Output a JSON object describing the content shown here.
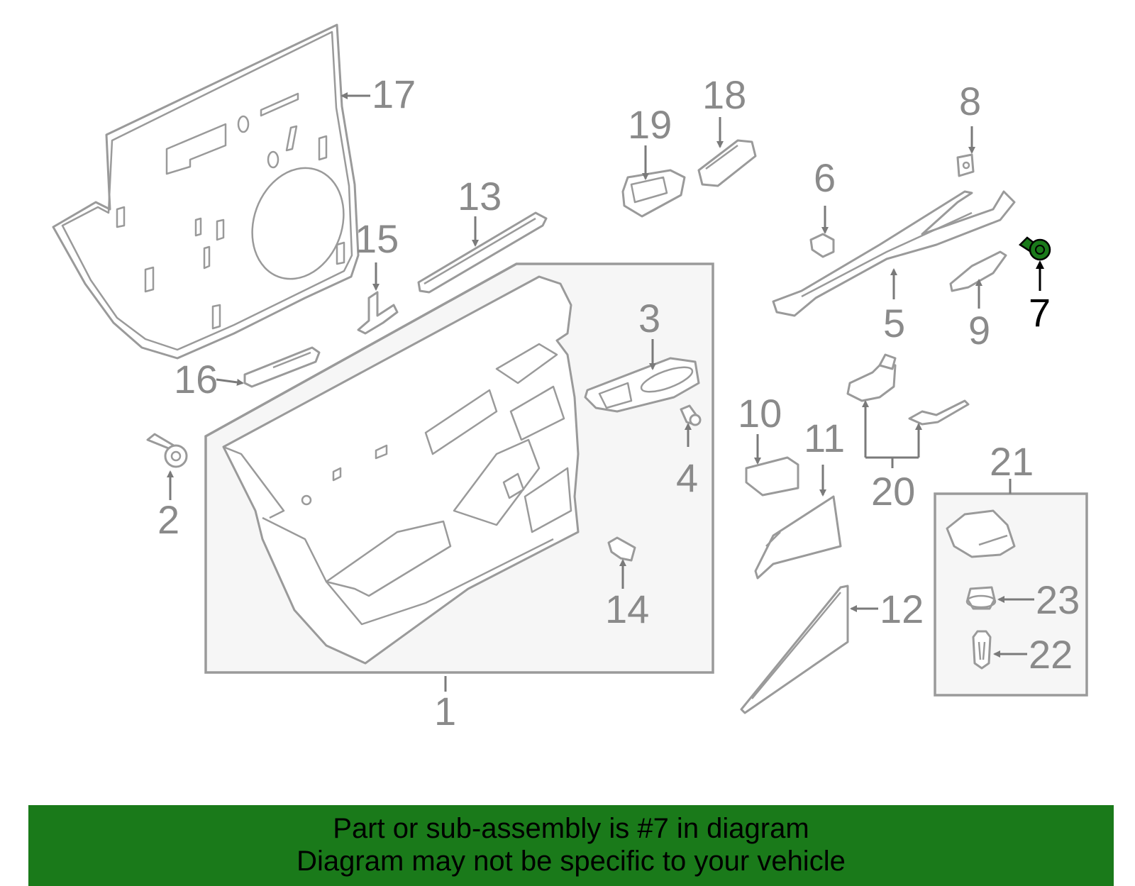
{
  "diagram": {
    "highlight_color": "#1a7a1a",
    "highlighted_part": "7",
    "callouts": {
      "c1": "1",
      "c2": "2",
      "c3": "3",
      "c4": "4",
      "c5": "5",
      "c6": "6",
      "c7": "7",
      "c8": "8",
      "c9": "9",
      "c10": "10",
      "c11": "11",
      "c12": "12",
      "c13": "13",
      "c14": "14",
      "c15": "15",
      "c16": "16",
      "c17": "17",
      "c18": "18",
      "c19": "19",
      "c20": "20",
      "c21": "21",
      "c22": "22",
      "c23": "23"
    }
  },
  "banner": {
    "line1": "Part or sub-assembly is #7 in diagram",
    "line2": "Diagram may not be specific to your vehicle"
  }
}
